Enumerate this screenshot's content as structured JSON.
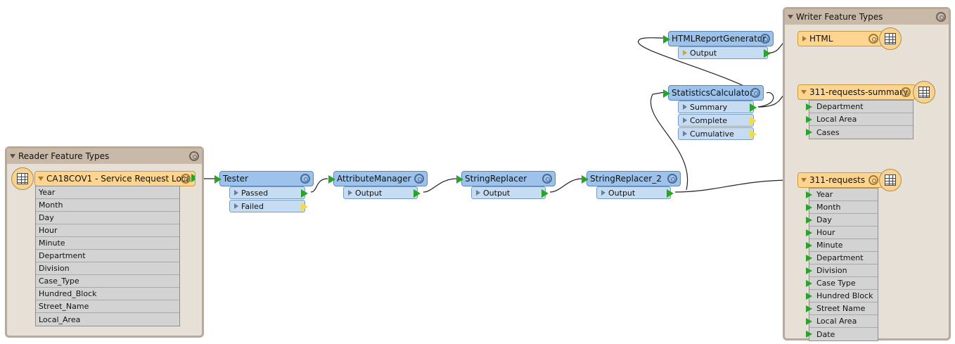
{
  "reader": {
    "title": "Reader Feature Types",
    "feature_type": "CA18COV1 - Service Request Loca",
    "attributes": [
      "Year",
      "Month",
      "Day",
      "Hour",
      "Minute",
      "Department",
      "Division",
      "Case_Type",
      "Hundred_Block",
      "Street_Name",
      "Local_Area"
    ]
  },
  "writer": {
    "title": "Writer Feature Types",
    "html": {
      "name": "HTML"
    },
    "summary": {
      "name": "311-requests-summary",
      "attributes": [
        "Department",
        "Local Area",
        "Cases"
      ]
    },
    "requests": {
      "name": "311-requests",
      "attributes": [
        "Year",
        "Month",
        "Day",
        "Hour",
        "Minute",
        "Department",
        "Division",
        "Case Type",
        "Hundred Block",
        "Street Name",
        "Local Area",
        "Date"
      ]
    }
  },
  "transformers": {
    "tester": {
      "name": "Tester",
      "ports": [
        "Passed",
        "Failed"
      ]
    },
    "attribute_manager": {
      "name": "AttributeManager",
      "ports": [
        "Output"
      ]
    },
    "string_replacer": {
      "name": "StringReplacer",
      "ports": [
        "Output"
      ]
    },
    "string_replacer_2": {
      "name": "StringReplacer_2",
      "ports": [
        "Output"
      ]
    },
    "statistics_calculator": {
      "name": "StatisticsCalculator",
      "ports": [
        "Summary",
        "Complete",
        "Cumulative"
      ]
    },
    "html_report_generator": {
      "name": "HTMLReportGenerator",
      "ports": [
        "Output"
      ]
    }
  },
  "colors": {
    "transformer": "#9ec3ea",
    "feature_type": "#fdd590",
    "bookmark": "#e6e0d7",
    "port_connected": "#28a428",
    "port_unconnected": "#f0dc4a"
  },
  "icons": [
    "gear-icon",
    "table-icon",
    "triangle-icon"
  ]
}
